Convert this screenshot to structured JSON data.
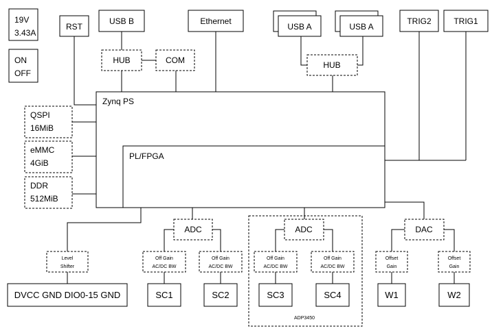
{
  "power": {
    "line1": "19V",
    "line2": "3.43A"
  },
  "switch": {
    "line1": "ON",
    "line2": "OFF"
  },
  "top": {
    "rst": "RST",
    "usb_b": "USB B",
    "ethernet": "Ethernet",
    "usb_a_1": "USB A",
    "usb_a_2": "USB A",
    "trig2": "TRIG2",
    "trig1": "TRIG1"
  },
  "hubs": {
    "left_hub": "HUB",
    "com": "COM",
    "right_hub": "HUB"
  },
  "memory": {
    "qspi": {
      "name": "QSPI",
      "size": "16MiB"
    },
    "emmc": {
      "name": "eMMC",
      "size": "4GiB"
    },
    "ddr": {
      "name": "DDR",
      "size": "512MiB"
    }
  },
  "core": {
    "ps": "Zynq PS",
    "pl": "PL/FPGA"
  },
  "converters": {
    "adc1": "ADC",
    "adc2": "ADC",
    "dac": "DAC"
  },
  "level_shifter": {
    "line1": "Level",
    "line2": "Shifter"
  },
  "frontends": {
    "off_gain": "Off Gain",
    "acdc_bw": "AC/DC BW",
    "offset": "Offset",
    "gain": "Gain"
  },
  "outputs": {
    "dio": "DVCC GND DIO0-15 GND",
    "sc1": "SC1",
    "sc2": "SC2",
    "sc3": "SC3",
    "sc4": "SC4",
    "w1": "W1",
    "w2": "W2"
  },
  "adp_label": "ADP3450"
}
